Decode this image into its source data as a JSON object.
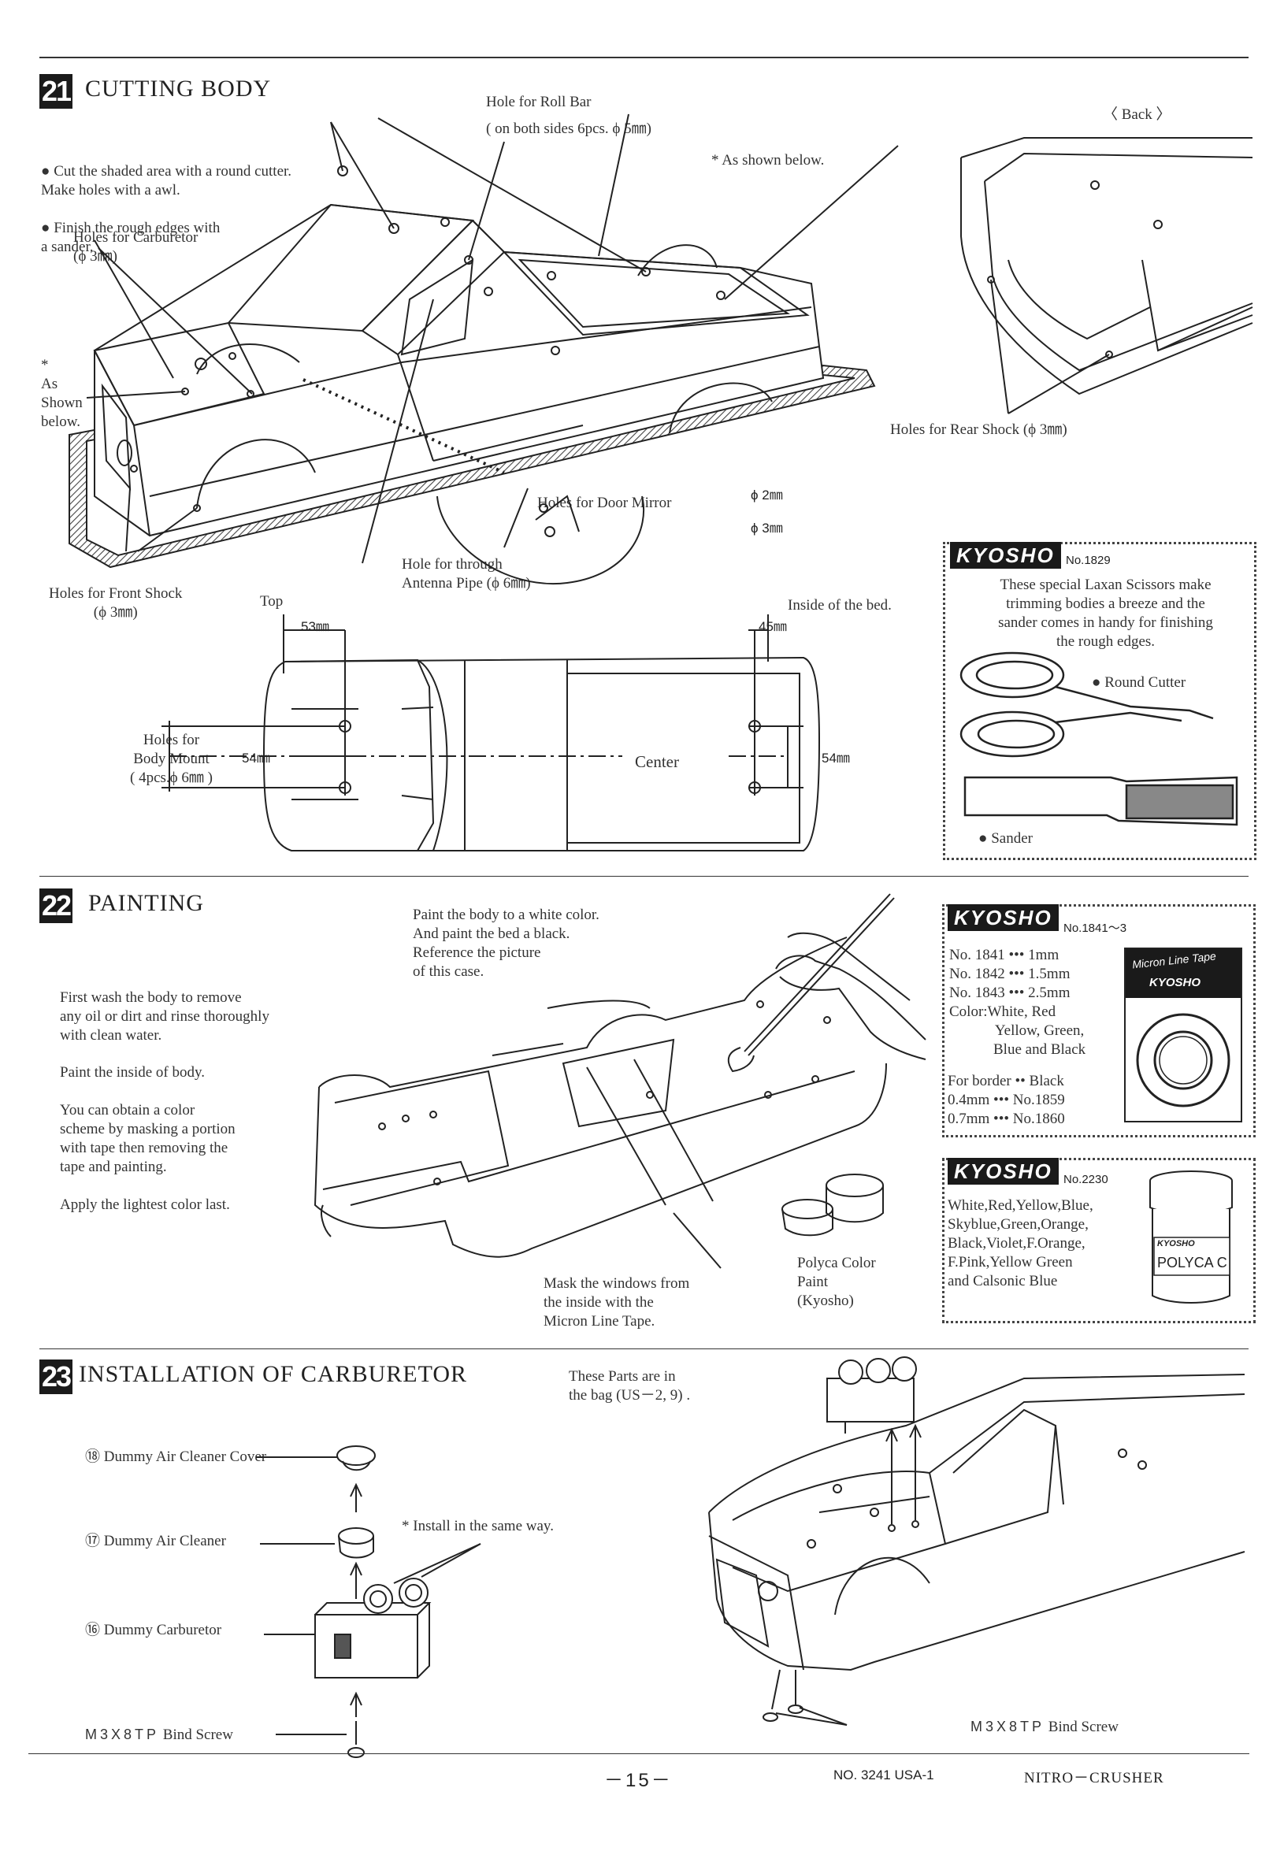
{
  "sec21": {
    "num": "21",
    "title": "CUTTING BODY",
    "bullets": [
      "Cut the shaded area with a round cutter.\nMake holes with a awl.",
      "Finish the rough edges with\na sander."
    ],
    "labels": {
      "roll_bar": "Hole for Roll Bar",
      "roll_bar_detail": "( on both sides    6pcs. ϕ 5㎜)",
      "as_shown_below_star": "* As shown below.",
      "back": "〈 Back 〉",
      "carburetor_holes": "Holes for Carburetor\n(ϕ 3㎜)",
      "as_shown_below": "*\nAs\nShown\nbelow.",
      "rear_shock": "Holes for Rear Shock (ϕ 3㎜)",
      "door_mirror": "Holes for Door Mirror",
      "mirror_2mm": "ϕ 2㎜",
      "mirror_3mm": "ϕ 3㎜",
      "antenna": "Hole for through\nAntenna Pipe (ϕ 6㎜)",
      "front_shock": "Holes for Front Shock\n(ϕ 3㎜)",
      "top": "Top",
      "inside_bed": "Inside of the bed.",
      "dim_53": "53㎜",
      "dim_45": "45㎜",
      "dim_54_left": "54㎜",
      "dim_54_right": "54㎜",
      "center": "Center",
      "body_mount": "Holes for\nBody Mount\n( 4pcs.ϕ 6㎜ )"
    },
    "kyosho_box": {
      "brand": "KYOSHO",
      "number": "No.1829",
      "text": "These special Laxan Scissors make\ntrimming bodies a breeze and the\nsander comes in handy for finishing\nthe rough edges.",
      "round_cutter": "Round Cutter",
      "sander": "Sander"
    }
  },
  "sec22": {
    "num": "22",
    "title": "PAINTING",
    "paint_note": "Paint the body to a white color.\nAnd paint the bed a black.\nReference the picture\nof this case.",
    "para1": "First wash the body to remove\nany oil or dirt and rinse thoroughly\nwith clean water.",
    "para2": "Paint the inside of body.",
    "para3": "You can obtain a color\nscheme by masking a portion\nwith tape then removing the\ntape and painting.",
    "para4": "Apply the lightest color last.",
    "mask_note": "Mask the windows from\nthe inside with the\nMicron Line Tape.",
    "polyca_note": "Polyca Color\nPaint\n(Kyosho)",
    "tape_box": {
      "brand": "KYOSHO",
      "number": "No.1841～3",
      "lines": "No. 1841 ••• 1mm\nNo. 1842 ••• 1.5mm\nNo. 1843 ••• 2.5mm\nColor:White, Red",
      "colors_cont": "Yellow, Green,\nBlue and Black",
      "border": "For border •• Black\n  0.4mm ••• No.1859\n  0.7mm ••• No.1860",
      "pkg_title": "Micron Line Tape",
      "pkg_brand": "KYOSHO"
    },
    "paint_box": {
      "brand": "KYOSHO",
      "number": "No.2230",
      "text": "White,Red,Yellow,Blue,\nSkyblue,Green,Orange,\nBlack,Violet,F.Orange,\nF.Pink,Yellow Green\nand Calsonic Blue",
      "jar_brand": "KYOSHO",
      "jar_label": "POLYCA C"
    }
  },
  "sec23": {
    "num": "23",
    "title": "INSTALLATION OF CARBURETOR",
    "bag_note": "These Parts are in\nthe bag (US－2, 9) .",
    "parts": {
      "p1_num": "⑱",
      "p1": "Dummy Air Cleaner Cover",
      "p2_num": "⑰",
      "p2": "Dummy Air Cleaner",
      "p3_num": "⑯",
      "p3": "Dummy Carburetor",
      "screw_code": "M3X8TP",
      "screw": "Bind Screw"
    },
    "install_note": "* Install in the same way.",
    "right_screw_code": "M3X8TP",
    "right_screw": "Bind Screw"
  },
  "footer": {
    "page": "－15－",
    "code": "NO. 3241 USA-1",
    "model": "NITRO－CRUSHER"
  }
}
